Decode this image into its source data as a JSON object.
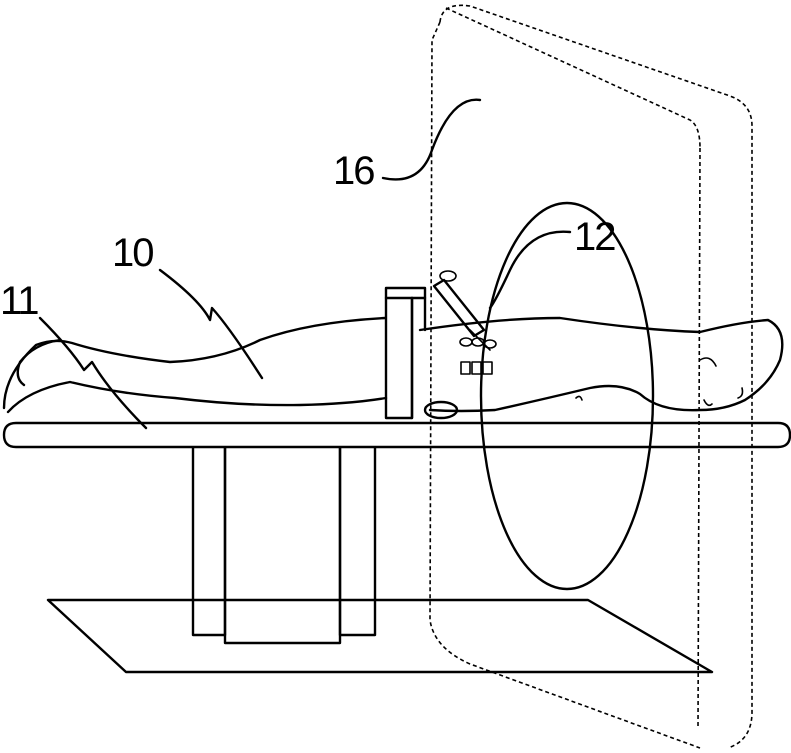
{
  "figure": {
    "labels": {
      "gantry": "16",
      "ring": "12",
      "patient": "10",
      "table": "11"
    }
  }
}
